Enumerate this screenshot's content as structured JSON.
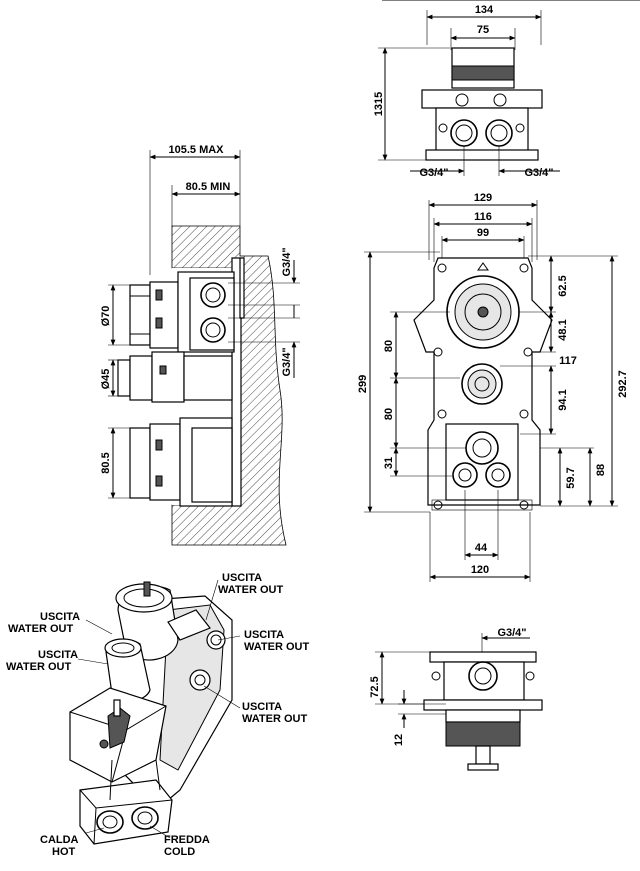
{
  "top_view": {
    "width_total": "134",
    "width_inner": "75",
    "height": "1315",
    "thread_left": "G3/4\"",
    "thread_right": "G3/4\""
  },
  "side_section": {
    "depth_max": "105.5  MAX",
    "depth_min": "80.5  MIN",
    "diam_70": "Ø70",
    "diam_45": "Ø45",
    "height_80_5": "80.5",
    "thread_upper": "G3/4\"",
    "thread_lower": "G3/4\""
  },
  "front_view": {
    "w129": "129",
    "w116": "116",
    "w99": "99",
    "h299": "299",
    "v80a": "80",
    "v80b": "80",
    "v31": "31",
    "r62_5": "62.5",
    "r48_1": "48.1",
    "r117": "117",
    "r94_1": "94.1",
    "r292_7": "292.7",
    "r59_7": "59.7",
    "r88": "88",
    "w44": "44",
    "w120": "120"
  },
  "bottom_view": {
    "thread": "G3/4\"",
    "h72_5": "72.5",
    "h12": "12"
  },
  "iso_view": {
    "label_outlet_1": [
      "USCITA",
      "WATER  OUT"
    ],
    "label_outlet_2": [
      "USCITA",
      "WATER  OUT"
    ],
    "label_outlet_3": [
      "USCITA",
      "WATER  OUT"
    ],
    "label_outlet_4": [
      "USCITA",
      "WATER  OUT"
    ],
    "label_outlet_5": [
      "USCITA",
      "WATER  OUT"
    ],
    "label_hot": [
      "CALDA",
      "HOT"
    ],
    "label_cold": [
      "FREDDA",
      "COLD"
    ]
  }
}
